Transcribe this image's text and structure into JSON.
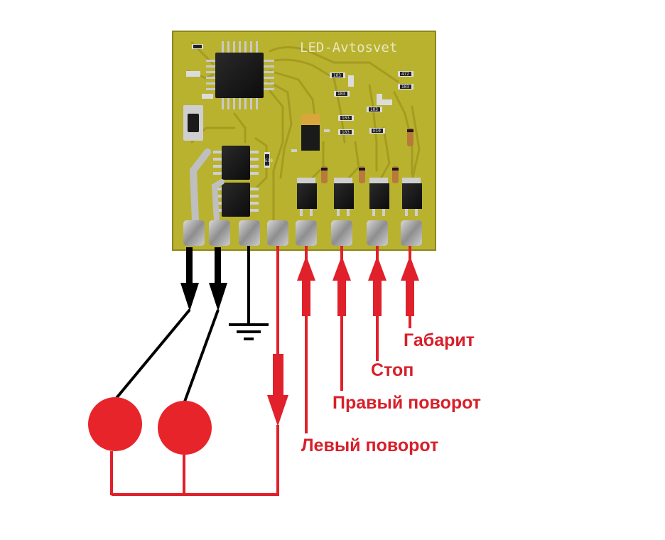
{
  "board": {
    "silkscreen": "LED-Avtosvet",
    "component_codes": [
      "472",
      "103",
      "103",
      "103",
      "103",
      "103",
      "103",
      "E10",
      "E10"
    ]
  },
  "labels": {
    "marker_lights": "Габарит",
    "stop": "Стоп",
    "right_turn": "Правый поворот",
    "left_turn": "Левый поворот"
  },
  "colors": {
    "board": "#b8b02e",
    "wire_red": "#e0202a",
    "wire_black": "#000000",
    "label_red": "#d81f2a",
    "lamp": "#e8242b"
  },
  "icons": [
    "ground-symbol-icon",
    "arrow-down-icon",
    "arrow-up-icon",
    "lamp-icon"
  ]
}
